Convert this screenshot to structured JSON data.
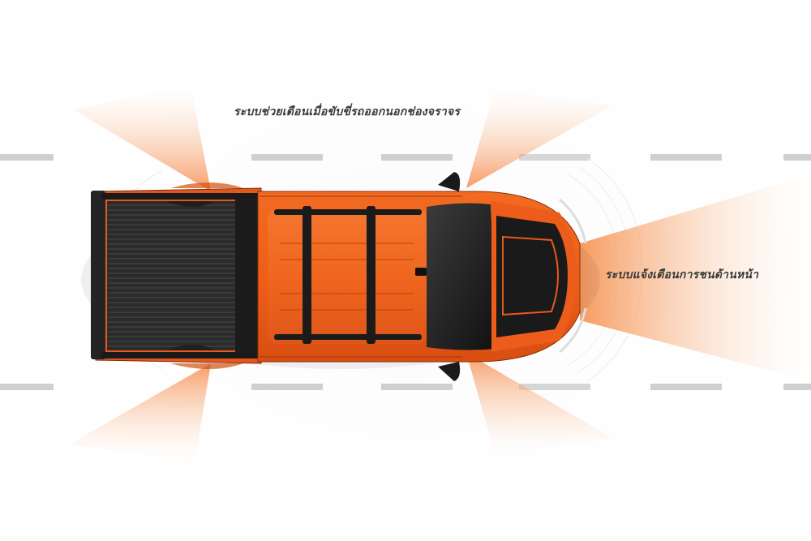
{
  "labels": {
    "lane_departure_warning": "ระบบช่วยเตือนเมื่อขับขี่รถออกนอกช่องจราจร",
    "forward_collision_warning": "ระบบแจ้งเตือนการชนด้านหน้า"
  },
  "colors": {
    "body_orange": "#e8581c",
    "body_orange_dark": "#c2410f",
    "sensor_glow": "#f7a46a",
    "lane_marking": "#c8c8c8",
    "bed_liner": "#2a2a2a",
    "hood_stripe": "#1a1a1a",
    "text": "#3a3a3a"
  },
  "icons": {
    "vehicle": "pickup-truck-top-view",
    "sensor_beam": "radar-cone"
  }
}
